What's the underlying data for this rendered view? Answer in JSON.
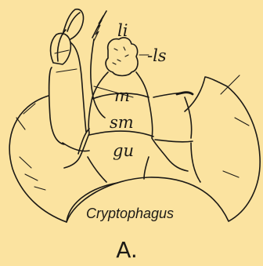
{
  "figure": {
    "labels": {
      "li": "li",
      "ls": "-ls",
      "m": "m",
      "sm": "sm",
      "gu": "gu",
      "genus": "Cryptophagus",
      "panel": "A."
    }
  }
}
